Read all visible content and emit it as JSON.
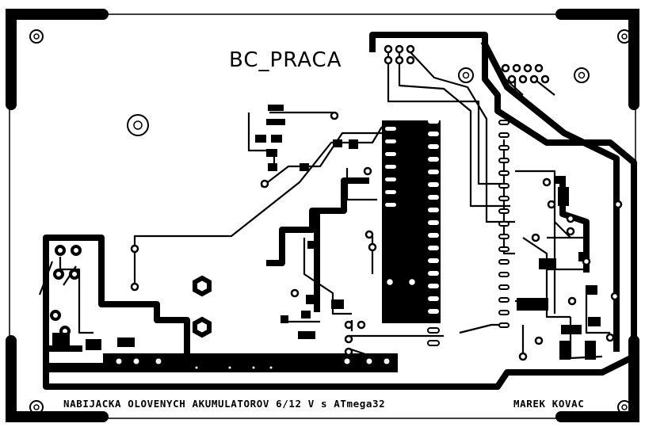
{
  "board": {
    "title": "BC_PRACA",
    "footer_left": "NABIJACKA OLOVENYCH AKUMULATOROV 6/12 V s ATmega32",
    "footer_right": "MAREK KOVAC",
    "colors": {
      "copper": "#000000",
      "substrate": "#ffffff"
    },
    "icons": [
      "mounting-hole-icon",
      "pad-icon",
      "hex-pad-icon"
    ]
  }
}
